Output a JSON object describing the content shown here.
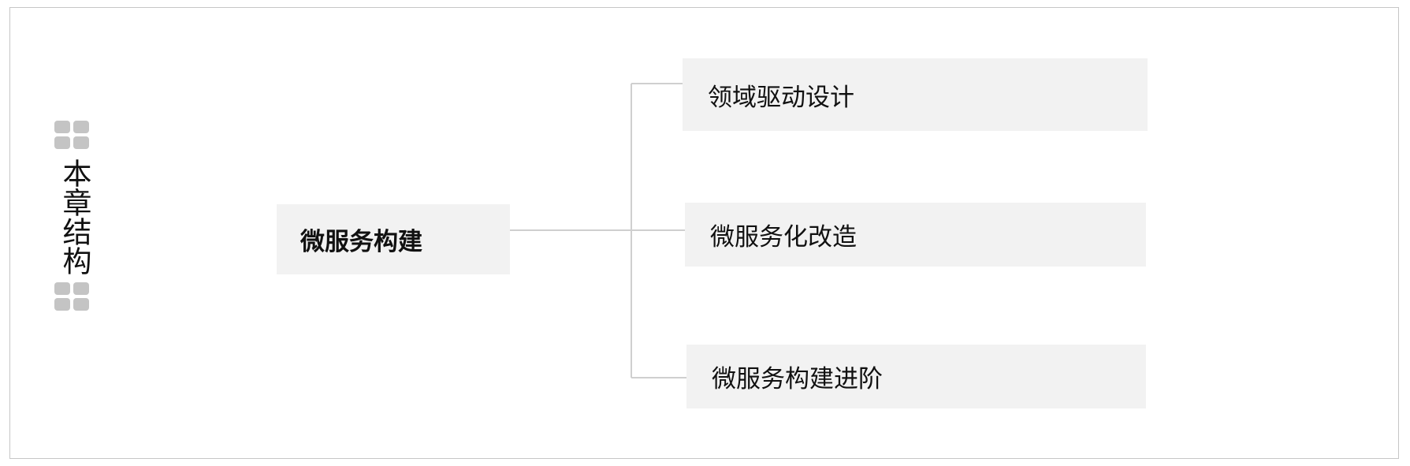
{
  "side_title": {
    "text": "本章结构"
  },
  "diagram": {
    "root": {
      "label": "微服务构建"
    },
    "children": [
      {
        "label": "领域驱动设计"
      },
      {
        "label": "微服务化改造"
      },
      {
        "label": "微服务构建进阶"
      }
    ]
  },
  "colors": {
    "node_fill": "#f2f2f2",
    "connector": "#cfcfcf",
    "border": "#c6c6c6",
    "decoration": "#c4c4c4"
  }
}
